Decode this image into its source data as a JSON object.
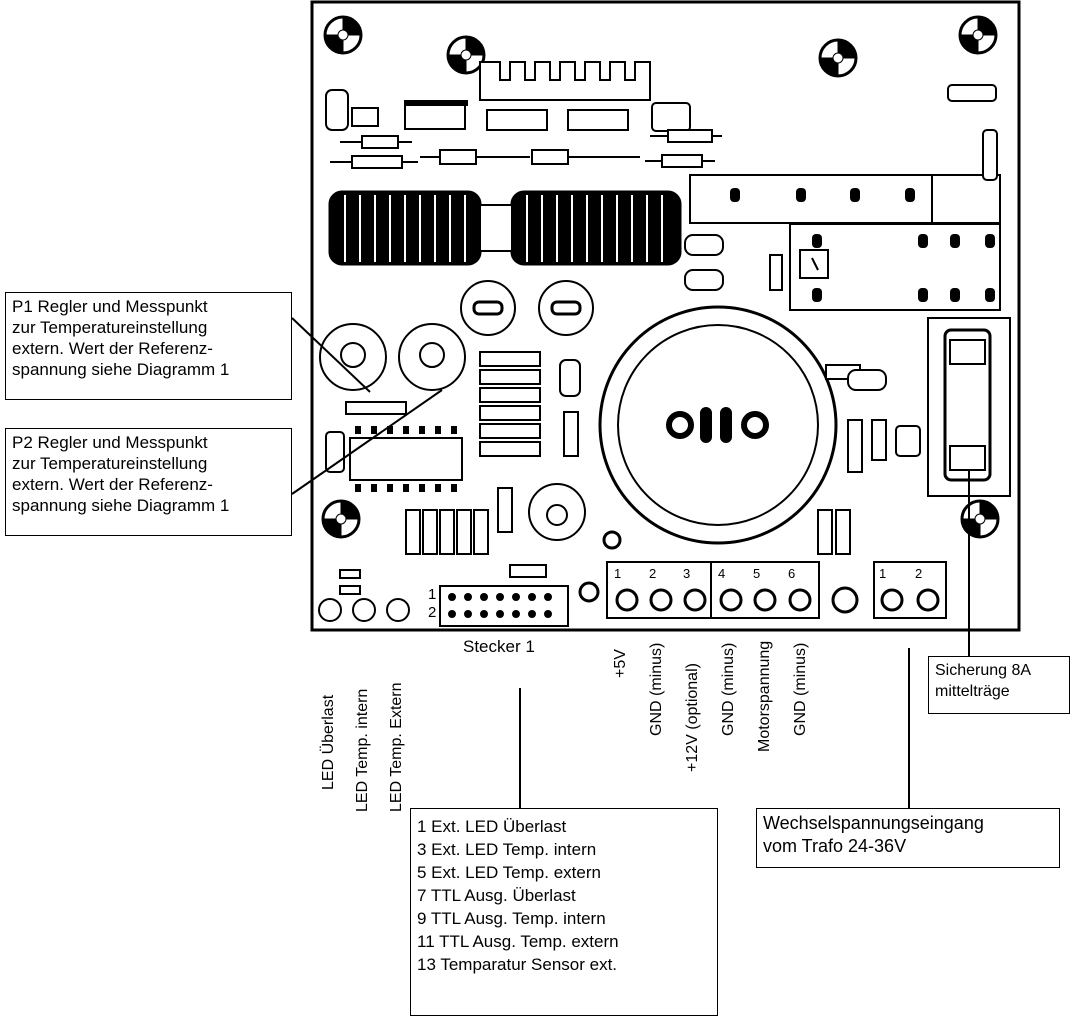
{
  "callouts": {
    "p1": [
      "P1 Regler und Messpunkt",
      "zur Temperatureinstellung",
      "extern. Wert der Referenz-",
      "spannung siehe Diagramm 1"
    ],
    "p2": [
      "P2 Regler und Messpunkt",
      "zur Temperatureinstellung",
      "extern. Wert der Referenz-",
      "spannung siehe Diagramm 1"
    ],
    "fuse": [
      "Sicherung 8A",
      "mittelträge"
    ],
    "ac_input": [
      "Wechselspannungseingang",
      "vom Trafo 24-36V"
    ],
    "stecker_pins": [
      "1   Ext. LED Überlast",
      "3   Ext. LED Temp. intern",
      "5   Ext. LED Temp. extern",
      "7   TTL Ausg. Überlast",
      "9   TTL Ausg. Temp. intern",
      "11 TTL Ausg. Temp. extern",
      "13 Temparatur Sensor ext."
    ]
  },
  "led_labels": [
    "LED Überlast",
    "LED Temp. intern",
    "LED Temp. Extern"
  ],
  "stecker": {
    "label": "Stecker 1",
    "row1": "1",
    "row2": "2"
  },
  "terminal_labels": [
    "+5V",
    "GND (minus)",
    "+12V (optional)",
    "GND (minus)",
    "Motorspannung",
    "GND (minus)"
  ],
  "terminal_numbers": [
    "1",
    "2",
    "3",
    "4",
    "5",
    "6"
  ],
  "ac_terminal_numbers": [
    "1",
    "2"
  ]
}
